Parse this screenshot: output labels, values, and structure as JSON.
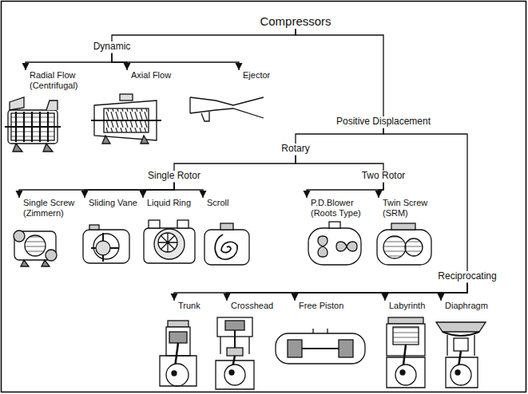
{
  "diagram": {
    "nodes": [
      {
        "text": [
          "Compressors"
        ]
      },
      {
        "text": [
          "Dynamic"
        ]
      },
      {
        "text": [
          "Positive Displacement"
        ]
      },
      {
        "text": [
          "Radial Flow (Centrifugal)"
        ]
      },
      {
        "text": [
          "Axial Flow"
        ]
      },
      {
        "text": [
          "Ejector"
        ]
      },
      {
        "text": [
          "Rotary"
        ]
      },
      {
        "text": [
          "Single Rotor"
        ]
      },
      {
        "text": [
          "Two Rotor"
        ]
      },
      {
        "text": [
          "Single Screw (Zimmern)"
        ]
      },
      {
        "text": [
          "Sliding Vane"
        ]
      },
      {
        "text": [
          "Liquid Ring"
        ]
      },
      {
        "text": [
          "Scroll"
        ]
      },
      {
        "text": [
          "P.D.Blower (Roots Type)"
        ]
      },
      {
        "text": [
          "Twin Screw (SRM)"
        ]
      },
      {
        "text": [
          "Reciprocating"
        ]
      },
      {
        "text": [
          "Trunk"
        ]
      },
      {
        "text": [
          "Crosshead"
        ]
      },
      {
        "text": [
          "Free Piston"
        ]
      },
      {
        "text": [
          "Labyrinth"
        ]
      },
      {
        "text": [
          "Diaphragm"
        ]
      }
    ],
    "edges": [
      {
        "from": 0,
        "to": 1,
        "arrow": "none"
      },
      {
        "from": 0,
        "to": 2,
        "arrow": "none"
      },
      {
        "from": 1,
        "to": 3,
        "arrow": "to"
      },
      {
        "from": 1,
        "to": 4,
        "arrow": "to"
      },
      {
        "from": 1,
        "to": 5,
        "arrow": "to"
      },
      {
        "from": 2,
        "to": 6,
        "arrow": "none"
      },
      {
        "from": 2,
        "to": 15,
        "arrow": "none"
      },
      {
        "from": 6,
        "to": 7,
        "arrow": "none"
      },
      {
        "from": 6,
        "to": 8,
        "arrow": "none"
      },
      {
        "from": 7,
        "to": 9,
        "arrow": "to"
      },
      {
        "from": 7,
        "to": 10,
        "arrow": "to"
      },
      {
        "from": 7,
        "to": 11,
        "arrow": "to"
      },
      {
        "from": 7,
        "to": 12,
        "arrow": "to"
      },
      {
        "from": 8,
        "to": 13,
        "arrow": "to"
      },
      {
        "from": 8,
        "to": 14,
        "arrow": "to"
      },
      {
        "from": 15,
        "to": 16,
        "arrow": "to"
      },
      {
        "from": 15,
        "to": 17,
        "arrow": "to"
      },
      {
        "from": 15,
        "to": 18,
        "arrow": "to"
      },
      {
        "from": 15,
        "to": 19,
        "arrow": "to"
      },
      {
        "from": 15,
        "to": 20,
        "arrow": "to"
      }
    ]
  }
}
